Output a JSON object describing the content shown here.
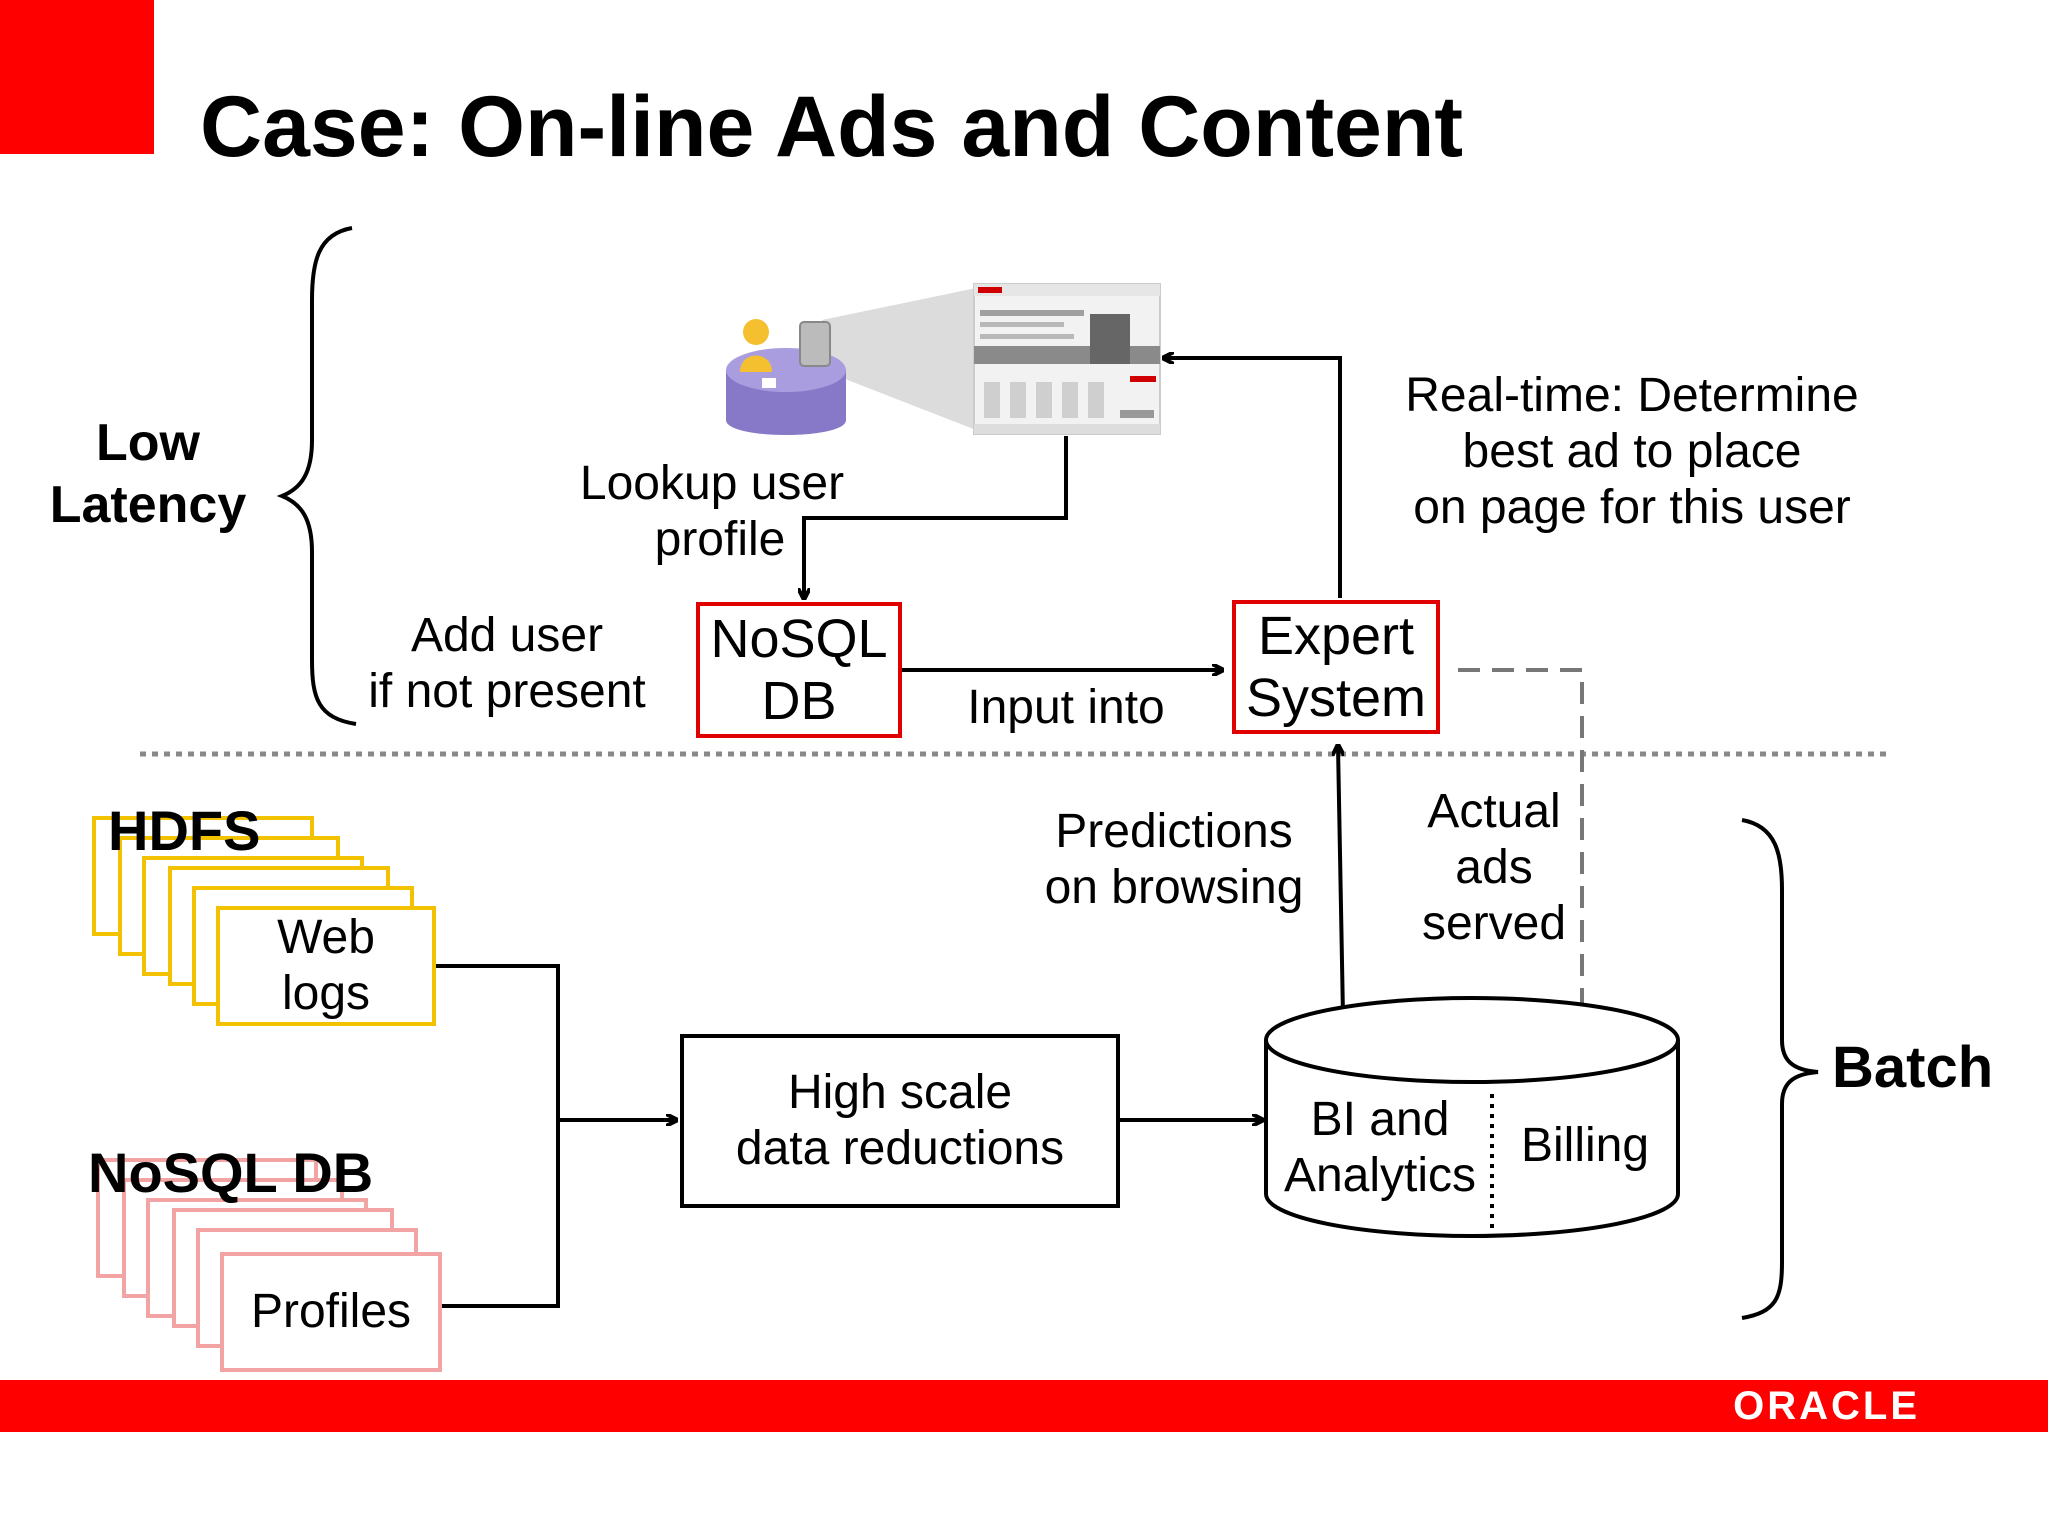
{
  "slide": {
    "title": "Case: On-line Ads and Content",
    "accent_color": "#ff0000"
  },
  "sections": {
    "low_latency": [
      "Low",
      "Latency"
    ],
    "batch": "Batch"
  },
  "nodes": {
    "nosql_db_top": [
      "NoSQL",
      "DB"
    ],
    "expert_system": [
      "Expert",
      "System"
    ],
    "hdfs_label": "HDFS",
    "web_logs": [
      "Web",
      "logs"
    ],
    "nosql_db_bottom_label": "NoSQL DB",
    "profiles": "Profiles",
    "reductions": [
      "High scale",
      "data reductions"
    ],
    "bi_analytics": [
      "BI and",
      "Analytics"
    ],
    "billing": "Billing"
  },
  "edge_labels": {
    "lookup": [
      "Lookup user",
      "profile"
    ],
    "add_user": [
      "Add user",
      "if not present"
    ],
    "input_into": "Input into",
    "realtime": [
      "Real-time: Determine",
      "best ad to place",
      "on page for this user"
    ],
    "predictions": [
      "Predictions",
      "on browsing"
    ],
    "actual_ads": [
      "Actual",
      "ads",
      "served"
    ]
  },
  "icons": {
    "user_screen": "user-at-computer-icon",
    "web_page": "web-page-thumbnail-icon"
  },
  "footer": {
    "brand": "ORACLE"
  }
}
